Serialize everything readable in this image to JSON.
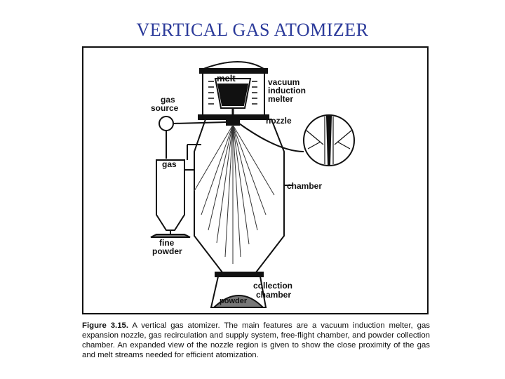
{
  "slide": {
    "title": "VERTICAL GAS ATOMIZER"
  },
  "diagram": {
    "labels": {
      "melt": "melt",
      "vacuum1": "vacuum",
      "vacuum2": "induction",
      "vacuum3": "melter",
      "gas_source1": "gas",
      "gas_source2": "source",
      "nozzle": "nozzle",
      "gas": "gas",
      "chamber": "chamber",
      "fine_powder1": "fine",
      "fine_powder2": "powder",
      "collection1": "collection",
      "collection2": "chamber",
      "powder": "powder"
    }
  },
  "caption": {
    "figure_label": "Figure 3.15.",
    "text": " A vertical gas atomizer. The main features are a vacuum induction melter, gas expansion nozzle, gas recirculation and supply system, free-flight chamber, and powder collection chamber. An expanded view of the nozzle region is given to show the close proximity of the gas and melt streams needed for efficient atomization."
  }
}
